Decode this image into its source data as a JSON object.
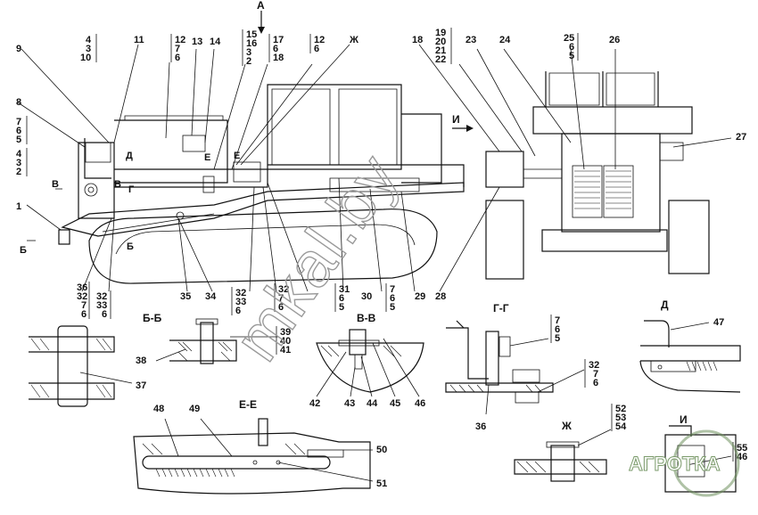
{
  "watermark": {
    "text": "mkal.by"
  },
  "logo": {
    "text": "АГРОТКА",
    "color": "#5f8a4e"
  },
  "arrow_labels": {
    "A": "А",
    "I": "И"
  },
  "section_titles": {
    "b_b": "Б-Б",
    "v_v": "В-В",
    "g_g": "Г-Г",
    "d": "Д",
    "e_e": "Е-Е",
    "zh": "Ж",
    "i": "И"
  },
  "callouts": {
    "c1": "1",
    "c2_3_4": [
      "4",
      "3",
      "2"
    ],
    "c5_6_7": [
      "7",
      "6",
      "5"
    ],
    "c8": "8",
    "c9": "9",
    "c10_3_4": [
      "4",
      "3",
      "10"
    ],
    "c11": "11",
    "c12a": [
      "12",
      "7",
      "6"
    ],
    "c13": "13",
    "c14": "14",
    "c15": [
      "15",
      "16",
      "3",
      "2"
    ],
    "c17": [
      "17",
      "6",
      "18"
    ],
    "c12b": [
      "12",
      "6"
    ],
    "czh": "Ж",
    "c18": "18",
    "c19": [
      "19",
      "20",
      "21",
      "22"
    ],
    "c23": "23",
    "c24": "24",
    "c25": [
      "25",
      "6",
      "5"
    ],
    "c26": "26",
    "c27": "27",
    "c28": "28",
    "c29": "29",
    "c30": "30",
    "c31": [
      "31",
      "6",
      "5"
    ],
    "c7b": [
      "7",
      "6",
      "5"
    ],
    "c32a": [
      "32",
      "7",
      "6"
    ],
    "c32b": [
      "32",
      "33",
      "6"
    ],
    "c32c": [
      "32",
      "33",
      "6"
    ],
    "c36": [
      "36",
      "32",
      "7",
      "6"
    ],
    "c35": "35",
    "c34": "34",
    "c37": "37",
    "c38": "38",
    "c39": [
      "39",
      "40",
      "41"
    ],
    "c42": "42",
    "c43": "43",
    "c44": "44",
    "c45": "45",
    "c46": "46",
    "cg_765": [
      "7",
      "6",
      "5"
    ],
    "cg_3276": [
      "32",
      "7",
      "6"
    ],
    "cg_36": "36",
    "c47": "47",
    "c48": "48",
    "c49": "49",
    "c50": "50",
    "c51": "51",
    "c52": [
      "52",
      "53",
      "54"
    ],
    "c55": [
      "55",
      "46"
    ],
    "view_d": "Д",
    "view_e": "Е",
    "view_v": "В",
    "view_b": "Б",
    "view_g": "Г"
  }
}
